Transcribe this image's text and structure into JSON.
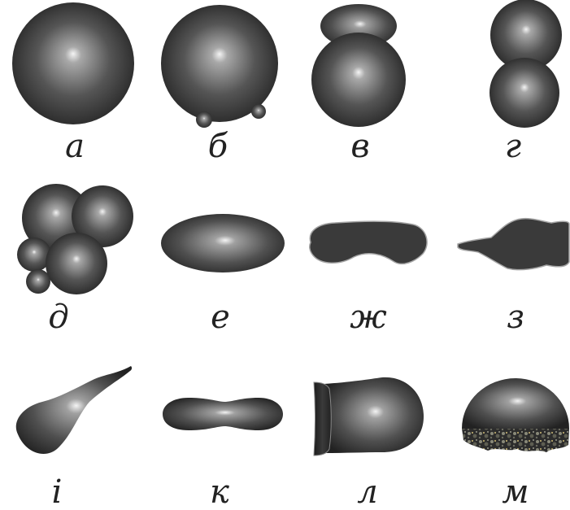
{
  "figure": {
    "labels": [
      "а",
      "б",
      "в",
      "г",
      "д",
      "е",
      "ж",
      "з",
      "і",
      "к",
      "л",
      "м"
    ],
    "shapes": [
      "sphere-icon",
      "sphere-with-satellites-icon",
      "double-sphere-icon",
      "stacked-spheres-icon",
      "cluster-icon",
      "ellipsoid-icon",
      "flat-bean-icon",
      "irregular-flat-icon",
      "teardrop-icon",
      "dumbbell-icon",
      "cup-icon",
      "hemisphere-icon"
    ],
    "colors": {
      "body": "#4a4a4a",
      "highlight": "#f2f2f2",
      "dark": "#1e1e1e",
      "flat_fill": "#3c3c3c",
      "flat_edge": "#a0a0a0",
      "label": "#222222"
    }
  }
}
